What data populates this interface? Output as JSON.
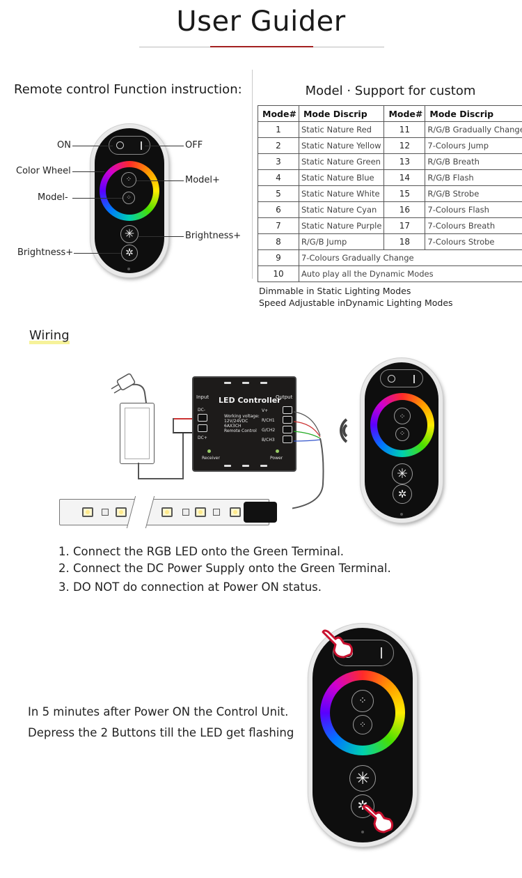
{
  "header": {
    "title": "User Guider"
  },
  "remote_section": {
    "heading": "Remote control Function instruction:",
    "labels": {
      "on": "ON",
      "off": "OFF",
      "color_wheel": "Color Wheel",
      "model_plus": "Model+",
      "model_minus": "Model-",
      "brightness_plus_right": "Brightness+",
      "brightness_plus_left": "Brightness+"
    }
  },
  "model_section": {
    "heading": "Model · Support for custom",
    "table": {
      "headers": [
        "Mode#",
        "Mode Discrip",
        "Mode#",
        "Mode Discrip"
      ],
      "rows": [
        {
          "n1": "1",
          "d1": "Static Nature Red",
          "n2": "11",
          "d2": "R/G/B Gradually Change"
        },
        {
          "n1": "2",
          "d1": "Static Nature Yellow",
          "n2": "12",
          "d2": "7-Colours Jump"
        },
        {
          "n1": "3",
          "d1": "Static Nature Green",
          "n2": "13",
          "d2": "R/G/B Breath"
        },
        {
          "n1": "4",
          "d1": "Static Nature Blue",
          "n2": "14",
          "d2": "R/G/B Flash"
        },
        {
          "n1": "5",
          "d1": "Static Nature White",
          "n2": "15",
          "d2": "R/G/B Strobe"
        },
        {
          "n1": "6",
          "d1": "Static Nature Cyan",
          "n2": "16",
          "d2": "7-Colours Flash"
        },
        {
          "n1": "7",
          "d1": "Static Nature Purple",
          "n2": "17",
          "d2": "7-Colours Breath"
        },
        {
          "n1": "8",
          "d1": "R/G/B Jump",
          "n2": "18",
          "d2": "7-Colours Strobe"
        }
      ],
      "wide_rows": [
        {
          "n": "9",
          "d": "7-Colours Gradually Change"
        },
        {
          "n": "10",
          "d": "Auto play all the Dynamic Modes"
        }
      ]
    },
    "notes": [
      "Dimmable in Static Lighting Modes",
      "Speed Adjustable inDynamic Lighting Modes"
    ]
  },
  "wiring_section": {
    "label": "Wiring",
    "controller": {
      "title": "LED Controller",
      "input": "Input",
      "output": "Output",
      "dc_minus": "DC-",
      "dc_plus": "DC+",
      "spec_1": "Working voltage:",
      "spec_2": "12V/24VDC",
      "spec_3": "6AX3CH",
      "spec_4": "Remote Control",
      "ch_v": "V+",
      "ch_r": "R/CH1",
      "ch_g": "G/CH2",
      "ch_b": "B/CH3",
      "receiver": "Receiver",
      "power": "Power"
    },
    "instructions": [
      "1. Connect the RGB LED onto the Green Terminal.",
      "2. Connect the DC Power Supply onto the Green Terminal.",
      "3. DO NOT do connection at Power ON status."
    ]
  },
  "pairing_section": {
    "line_1": "In 5 minutes after Power ON the Control Unit.",
    "line_2": "Depress the 2 Buttons till the LED get flashing"
  },
  "icons": {
    "brightness": "✳",
    "brightness_small": "✲",
    "signal": "wireless-signal",
    "hand": "pointing-hand"
  },
  "colors": {
    "title_accent": "#a32020",
    "wiring_highlight": "#f6f29a",
    "hand": "#c8102e"
  }
}
